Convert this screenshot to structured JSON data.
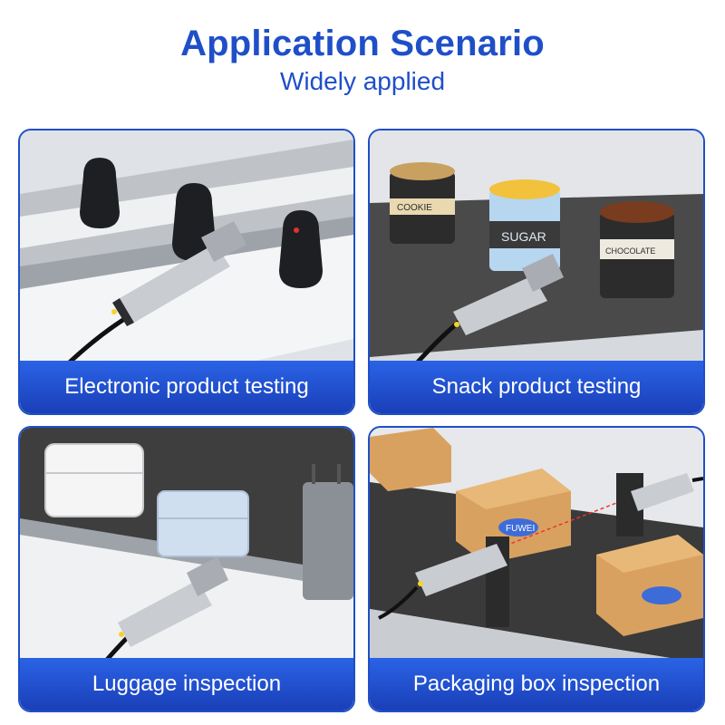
{
  "header": {
    "title": "Application Scenario",
    "subtitle": "Widely applied"
  },
  "cards": [
    {
      "caption": "Electronic product testing"
    },
    {
      "caption": "Snack product testing",
      "jar_labels": [
        "COOKIE",
        "SUGAR",
        "CHOCOLATE"
      ]
    },
    {
      "caption": "Luggage inspection"
    },
    {
      "caption": "Packaging box inspection",
      "box_brand": "FUWEI"
    }
  ],
  "colors": {
    "brand_blue": "#1f4fc8",
    "caption_blue": "#2150d6",
    "sensor_metal": "#c9ccd1",
    "belt_dark": "#3a3a3a"
  },
  "icons": [
    "proximity-sensor-icon",
    "conveyor-belt-icon",
    "laser-beam-icon"
  ]
}
